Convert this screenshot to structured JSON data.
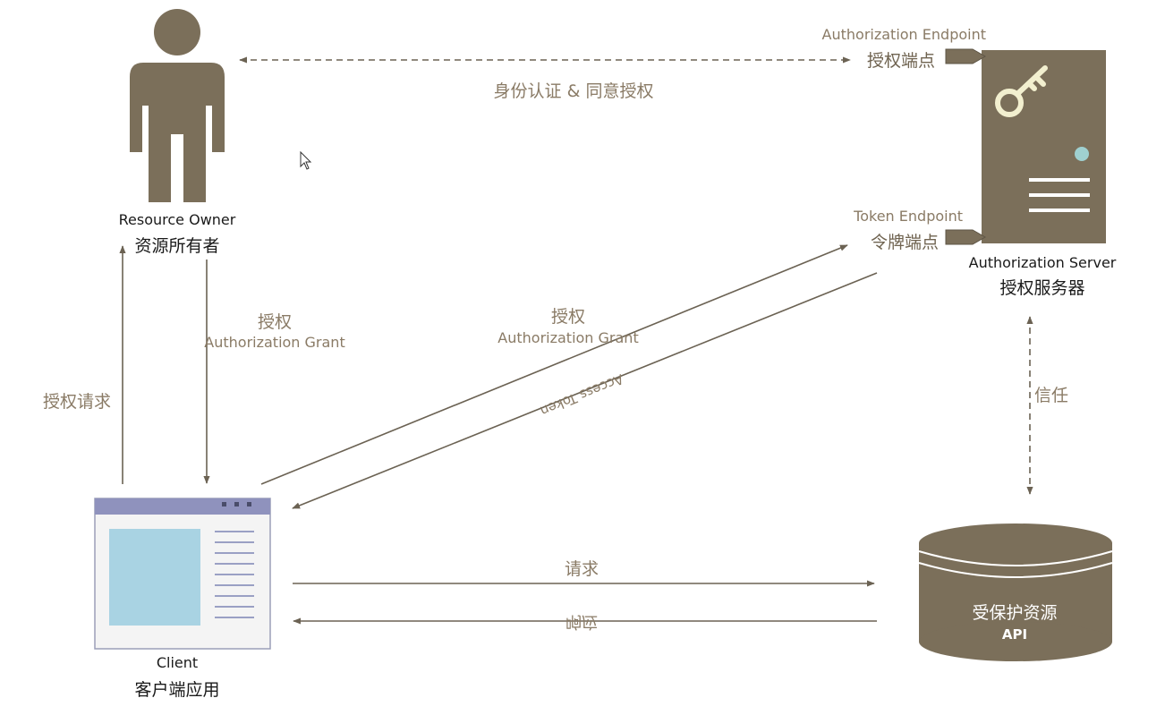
{
  "colors": {
    "primary": "#7b6f5a",
    "line": "#6b6253",
    "label": "#8a7b66",
    "screen": "#a9d3e3",
    "titlebar": "#8f92bd",
    "led": "#9fd0d0"
  },
  "nodes": {
    "resource_owner": {
      "en": "Resource Owner",
      "zh": "资源所有者",
      "icon": "person-icon"
    },
    "client": {
      "en": "Client",
      "zh": "客户端应用",
      "icon": "browser-window-icon"
    },
    "auth_server": {
      "en": "Authorization Server",
      "zh": "授权服务器",
      "icon": "server-key-icon"
    },
    "protected_resource": {
      "zh": "受保护资源",
      "en": "API",
      "icon": "database-icon"
    }
  },
  "endpoints": {
    "authorization": {
      "en": "Authorization Endpoint",
      "zh": "授权端点"
    },
    "token": {
      "en": "Token Endpoint",
      "zh": "令牌端点"
    }
  },
  "edges": {
    "identity_consent": "身份认证 & 同意授权",
    "auth_request": "授权请求",
    "grant_left": {
      "zh": "授权",
      "en": "Authorization Grant"
    },
    "grant_center": {
      "zh": "授权",
      "en": "Authorization Grant"
    },
    "access_token": "Access Token",
    "trust": "信任",
    "request": "请求",
    "response": "响应"
  }
}
